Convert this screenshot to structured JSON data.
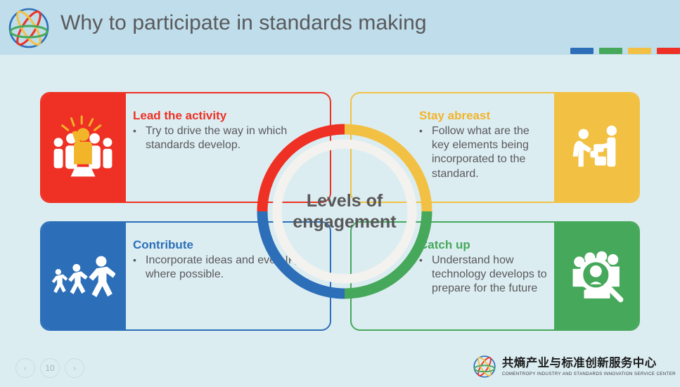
{
  "header": {
    "title": "Why to participate in standards making",
    "logo_icon": "atom-orbit-logo-icon",
    "colorbars": [
      {
        "name": "bar-blue",
        "color": "#2C6FB8"
      },
      {
        "name": "bar-green",
        "color": "#46A85A"
      },
      {
        "name": "bar-yellow",
        "color": "#F2C144"
      },
      {
        "name": "bar-red",
        "color": "#EE3124"
      }
    ]
  },
  "center": {
    "line1": "Levels of",
    "line2": "engagement",
    "segments": [
      {
        "name": "segment-red",
        "color": "#EE3124",
        "quadrant": "top-left"
      },
      {
        "name": "segment-yellow",
        "color": "#F2C144",
        "quadrant": "top-right"
      },
      {
        "name": "segment-green",
        "color": "#46A85A",
        "quadrant": "bottom-right"
      },
      {
        "name": "segment-blue",
        "color": "#2C6FB8",
        "quadrant": "bottom-left"
      }
    ]
  },
  "cards": {
    "lead": {
      "heading": "Lead the activity",
      "bullet_marker": "•",
      "bullet": "Try to drive the way in which standards develop.",
      "color": "#EE3124",
      "icon": "leader-podium-people-icon"
    },
    "stay": {
      "heading": "Stay abreast",
      "bullet_marker": "•",
      "bullet": "Follow what are the key elements being incorporated to the standard.",
      "color": "#F2C144",
      "icon": "two-people-handover-icon"
    },
    "contribute": {
      "heading": "Contribute",
      "bullet_marker": "•",
      "bullet": "Incorporate ideas and even IP, where possible.",
      "color": "#2C6FB8",
      "icon": "people-walking-forward-icon"
    },
    "catchup": {
      "heading": "Catch up",
      "bullet_marker": "•",
      "bullet": "Understand how technology develops to prepare for the future",
      "color": "#46A85A",
      "icon": "magnifier-over-group-icon"
    }
  },
  "footer": {
    "prev_icon": "chevron-left-icon",
    "next_icon": "chevron-right-icon",
    "page_number": "10",
    "brand_logo_icon": "atom-orbit-logo-icon",
    "brand_cn": "共熵产业与标准创新服务中心",
    "brand_en": "COMENTROPY INDUSTRY AND STANDARDS INNOVATION SERVICE CENTER"
  }
}
